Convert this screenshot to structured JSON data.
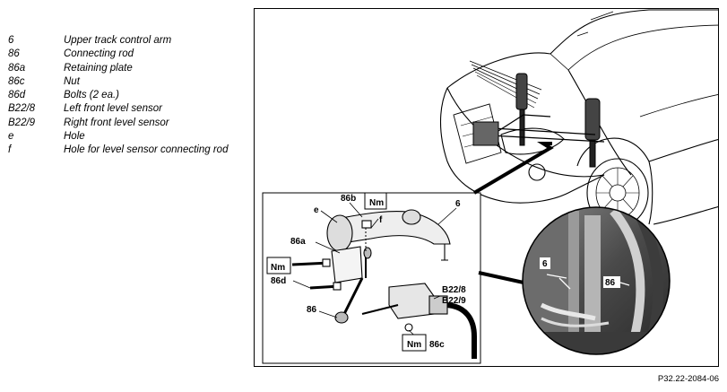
{
  "legend": [
    {
      "code": "6",
      "desc": "Upper track control arm"
    },
    {
      "code": "86",
      "desc": "Connecting rod"
    },
    {
      "code": "86a",
      "desc": "Retaining plate"
    },
    {
      "code": "86c",
      "desc": "Nut"
    },
    {
      "code": "86d",
      "desc": "Bolts (2 ea.)"
    },
    {
      "code": "B22/8",
      "desc": "Left front level sensor"
    },
    {
      "code": "B22/9",
      "desc": "Right front level sensor"
    },
    {
      "code": "e",
      "desc": "Hole"
    },
    {
      "code": "f",
      "desc": "Hole for level sensor connecting rod"
    }
  ],
  "labels": {
    "b86b": "86b",
    "nm1": "Nm",
    "e": "e",
    "f": "f",
    "six": "6",
    "b86a": "86a",
    "nm2": "Nm",
    "b86d": "86d",
    "b86": "86",
    "b228": "B22/8",
    "b229": "B22/9",
    "nm3": "Nm",
    "b86c": "86c",
    "det6": "6",
    "det86": "86"
  },
  "ref": "P32.22-2084-06"
}
